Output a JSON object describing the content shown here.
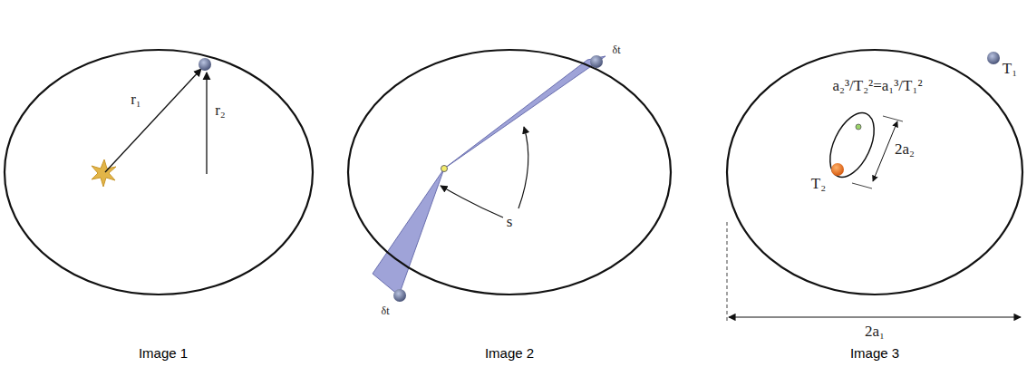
{
  "diagram": {
    "labels": [
      "r₁",
      "r₂",
      "δt",
      "δt",
      "s",
      "a₂³/T₂²=a₁³/T₁²",
      "T₁",
      "2a₂",
      "T₂",
      "2a₁",
      "Image 1",
      "Image 2",
      "Image 3"
    ]
  }
}
